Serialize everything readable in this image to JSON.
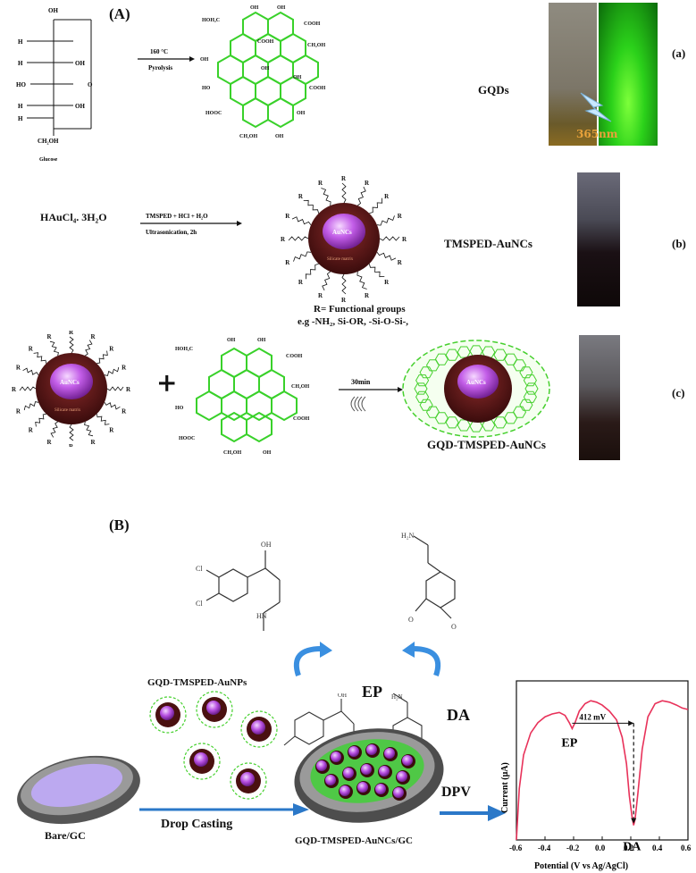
{
  "section_a": {
    "label": "(A)",
    "glucose": {
      "label": "Glucose",
      "oh_top": "OH",
      "h_groups": [
        "H",
        "H",
        "HO",
        "H",
        "H"
      ],
      "oh_right": [
        "OH",
        "OH"
      ],
      "ring_o": "O",
      "ch2oh": "CH₂OH"
    },
    "step1": {
      "condition": "160 °C",
      "method": "Pyrolysis"
    },
    "gqd_structure": {
      "groups": [
        "HOH₂C",
        "OH",
        "OH",
        "COOH",
        "COOH",
        "CH₂OH",
        "OH",
        "OH",
        "COOH",
        "HO",
        "HOOC",
        "OH",
        "CH₂OH",
        "OH",
        "OH"
      ]
    },
    "row_a": {
      "product": "GQDs",
      "letter": "(a)",
      "wavelength": "365nm"
    },
    "row_b": {
      "reactant": "HAuCl₄. 3H₂O",
      "reagent": "TMSPED + HCl + H₂O",
      "condition": "Ultrasonication, 2h",
      "core": "AuNCs",
      "shell": "Silicate matrix",
      "product": "TMSPED-AuNCs",
      "letter": "(b)",
      "r_note_1": "R= Functional groups",
      "r_note_2": "e.g -NH₂, Si-OR, -Si-O-Si-,"
    },
    "row_c": {
      "core": "AuNCs",
      "shell": "Silicate matrix",
      "plus": "+",
      "time": "30min",
      "product": "GQD-TMSPED-AuNCs",
      "letter": "(c)"
    },
    "r_label": "R"
  },
  "section_b": {
    "label": "(B)",
    "np_label": "GQD-TMSPED-AuNPs",
    "ep": "EP",
    "da": "DA",
    "electrode_bare": "Bare/GC",
    "drop_casting": "Drop Casting",
    "modified": "GQD-TMSPED-AuNCs/GC",
    "dpv": "DPV",
    "atoms": {
      "o": "O",
      "cl": "Cl",
      "oh": "OH",
      "h2n": "H₂N",
      "hn": "HN",
      "nh": "NH"
    }
  },
  "chart_data": {
    "type": "line",
    "title": "",
    "xlabel": "Potential (V vs Ag/AgCl)",
    "ylabel": "Current (μA)",
    "xlim": [
      -0.6,
      0.6
    ],
    "x_ticks": [
      "-0.6",
      "-0.4",
      "-0.2",
      "0.0",
      "0.2",
      "0.4",
      "0.6"
    ],
    "series": [
      {
        "color": "#e8325a",
        "x": [
          -0.6,
          -0.58,
          -0.55,
          -0.5,
          -0.45,
          -0.4,
          -0.35,
          -0.3,
          -0.26,
          -0.23,
          -0.21,
          -0.19,
          -0.16,
          -0.12,
          -0.08,
          -0.04,
          0.0,
          0.05,
          0.1,
          0.14,
          0.17,
          0.19,
          0.21,
          0.22,
          0.23,
          0.25,
          0.28,
          0.32,
          0.37,
          0.42,
          0.47,
          0.52,
          0.56,
          0.6
        ],
        "y": [
          0.0,
          0.35,
          0.58,
          0.73,
          0.8,
          0.84,
          0.86,
          0.87,
          0.85,
          0.8,
          0.76,
          0.8,
          0.88,
          0.93,
          0.95,
          0.94,
          0.92,
          0.88,
          0.82,
          0.7,
          0.52,
          0.3,
          0.15,
          0.1,
          0.14,
          0.32,
          0.62,
          0.84,
          0.93,
          0.95,
          0.94,
          0.92,
          0.9,
          0.89
        ]
      }
    ],
    "annotations": [
      {
        "text": "412 mV"
      },
      {
        "text": "EP"
      },
      {
        "text": "DA"
      }
    ]
  }
}
